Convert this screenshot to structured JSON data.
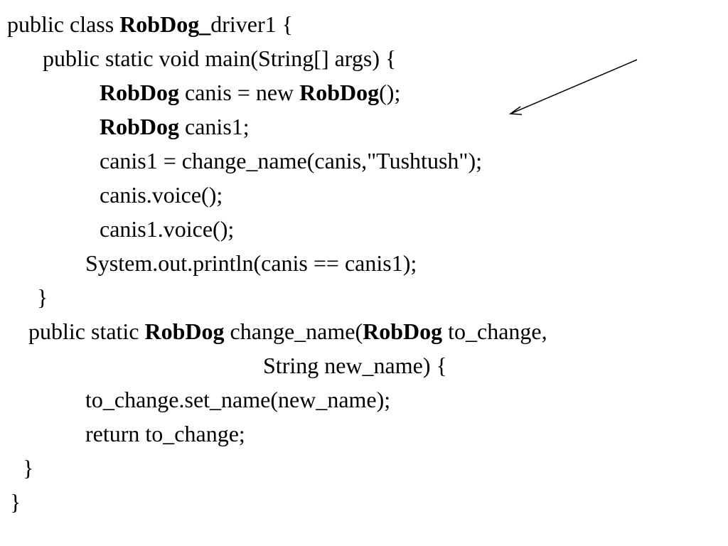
{
  "code": {
    "line1": {
      "a": "public class ",
      "b": "RobDog_",
      "c": "driver1 {"
    },
    "line2": "public static void main(String[] args) {",
    "line3": {
      "a": "RobDog",
      "b": " canis = new ",
      "c": "RobDog",
      "d": "();"
    },
    "line4": {
      "a": "RobDog",
      "b": " canis1;"
    },
    "line5": "canis1 = change_name(canis,\"Tushtush\");",
    "line6": "canis.voice();",
    "line7": "canis1.voice();",
    "line8": "System.out.println(canis == canis1);",
    "line9": "}",
    "line10": {
      "a": "public static ",
      "b": "RobDog",
      "c": " change_name(",
      "d": "RobDog",
      "e": " to_change,"
    },
    "line11": "String new_name) {",
    "line12": "to_change.set_name(new_name);",
    "line13": "return to_change;",
    "line14": "}",
    "line15": "}"
  },
  "annotation": {
    "icon": "arrow-pointing-left-down",
    "color": "#000000"
  }
}
